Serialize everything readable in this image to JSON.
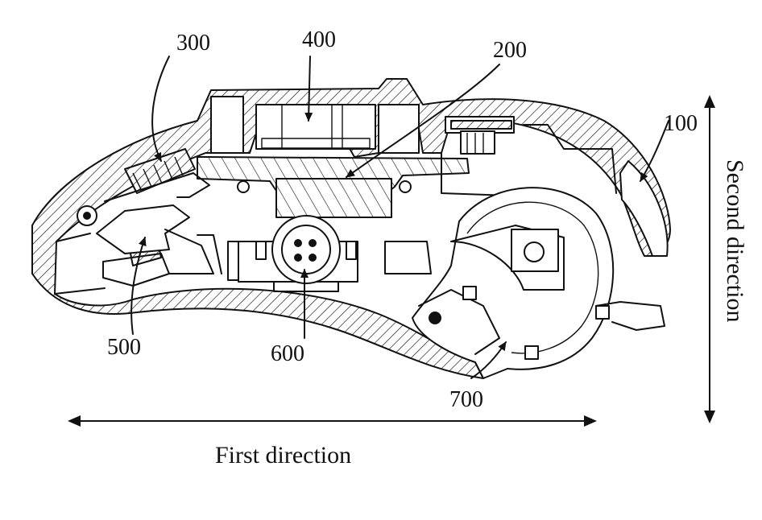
{
  "figure": {
    "reference_labels": {
      "l100": "100",
      "l200": "200",
      "l300": "300",
      "l400": "400",
      "l500": "500",
      "l600": "600",
      "l700": "700"
    },
    "first_direction_label": "First direction",
    "second_direction_label": "Second direction"
  }
}
